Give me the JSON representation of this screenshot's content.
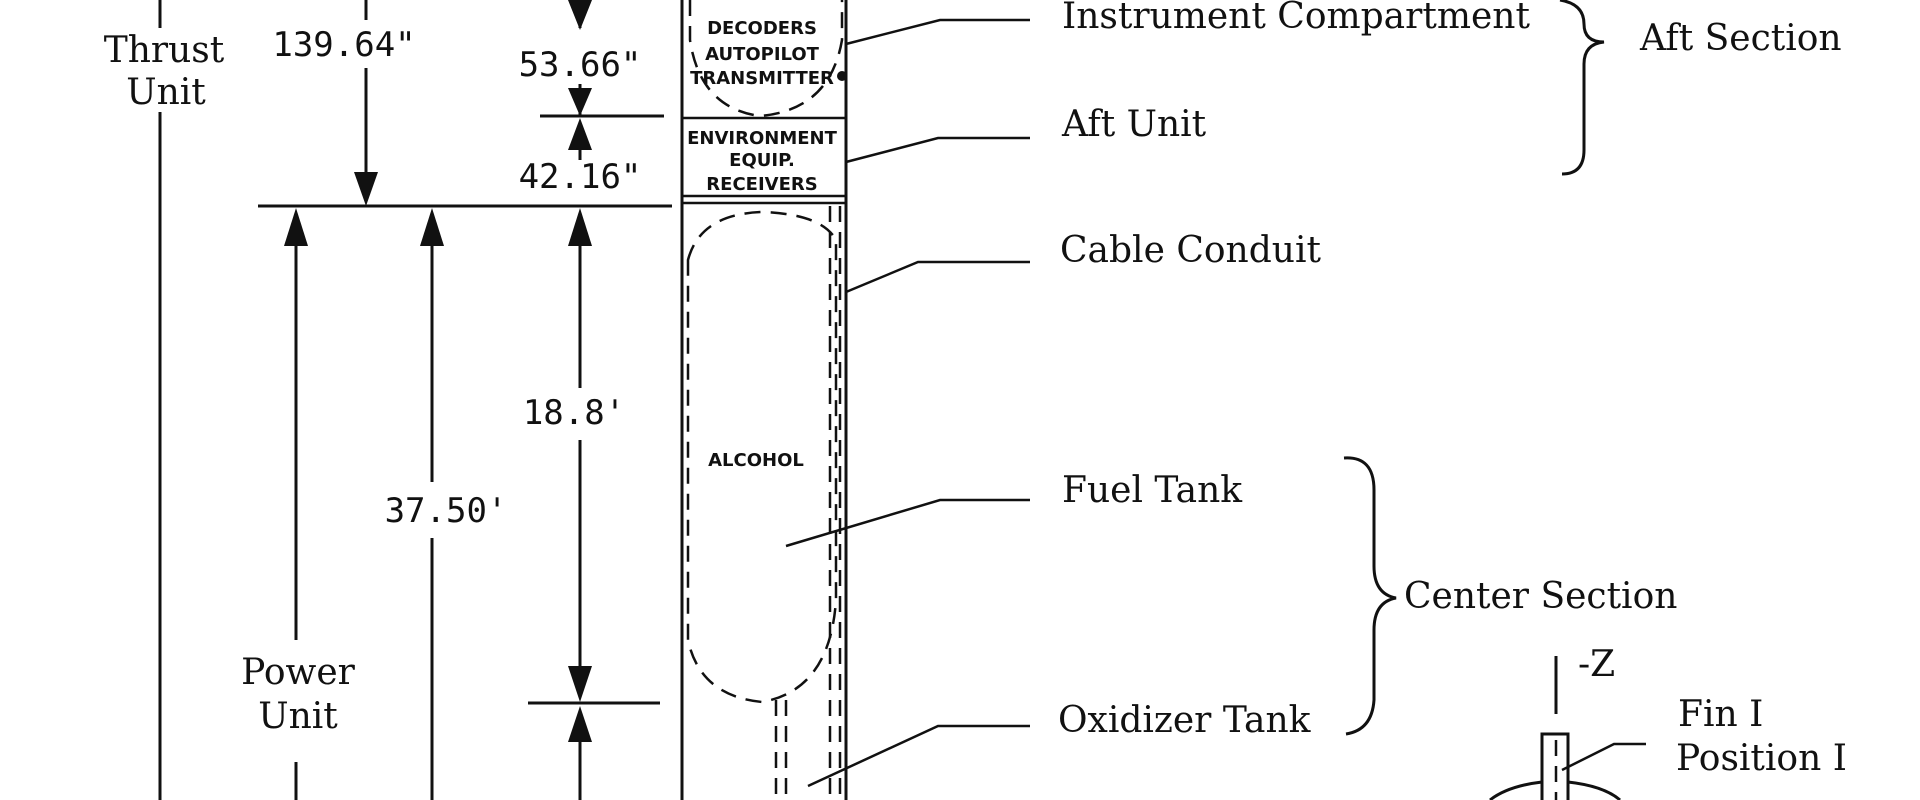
{
  "labels": {
    "thrust_unit_1": "Thrust",
    "thrust_unit_2": "Unit",
    "power_unit_1": "Power",
    "power_unit_2": "Unit",
    "instrument_compartment": "Instrument Compartment",
    "aft_unit": "Aft Unit",
    "cable_conduit": "Cable Conduit",
    "fuel_tank": "Fuel Tank",
    "oxidizer_tank": "Oxidizer Tank",
    "aft_section": "Aft Section",
    "center_section": "Center Section",
    "minus_z": "-Z",
    "fin_1": "Fin I",
    "position_1": "Position I"
  },
  "dimensions": {
    "d139": "139.64\"",
    "d53": "53.66\"",
    "d42": "42.16\"",
    "d18": "18.8'",
    "d37": "37.50'"
  },
  "inner_text": {
    "decoders": "DECODERS",
    "autopilot": "AUTOPILOT",
    "transmitter": "TRANSMITTER",
    "environment": "ENVIRONMENT",
    "equip": "EQUIP.",
    "receivers": "RECEIVERS",
    "alcohol": "ALCOHOL"
  }
}
